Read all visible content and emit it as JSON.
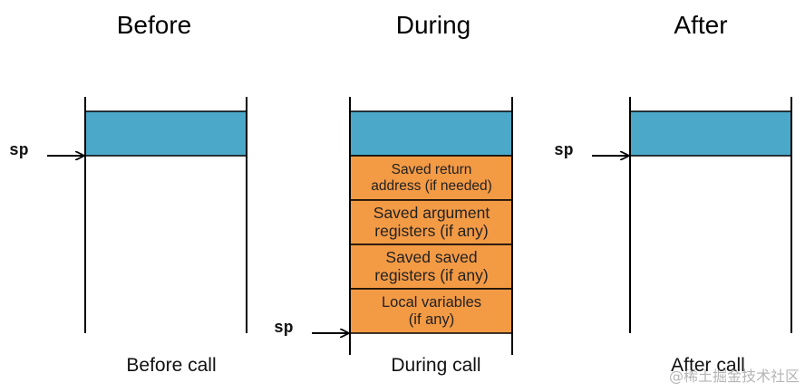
{
  "columns": {
    "before": {
      "title": "Before",
      "caption": "Before call",
      "pointer_label": "sp"
    },
    "during": {
      "title": "During",
      "caption": "During call",
      "pointer_label": "sp"
    },
    "after": {
      "title": "After",
      "caption": "After call",
      "pointer_label": "sp"
    }
  },
  "frames": [
    {
      "line1": "Saved return",
      "line2": "address (if needed)"
    },
    {
      "line1": "Saved argument",
      "line2": "registers (if any)"
    },
    {
      "line1": "Saved saved",
      "line2": "registers (if any)"
    },
    {
      "line1": "Local variables",
      "line2": "(if any)"
    }
  ],
  "watermark": "@稀土掘金技术社区",
  "colors": {
    "stack_top_fill": "#4ba8c8",
    "frame_fill": "#f39a45",
    "line": "#000000"
  }
}
